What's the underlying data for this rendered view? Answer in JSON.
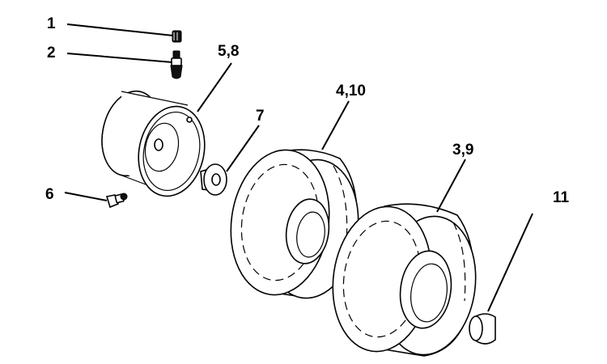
{
  "diagram": {
    "callouts": {
      "p1": "1",
      "p2": "2",
      "p3": "3,9",
      "p4": "4,10",
      "p5": "5,8",
      "p6": "6",
      "p7": "7",
      "p11": "11"
    }
  }
}
